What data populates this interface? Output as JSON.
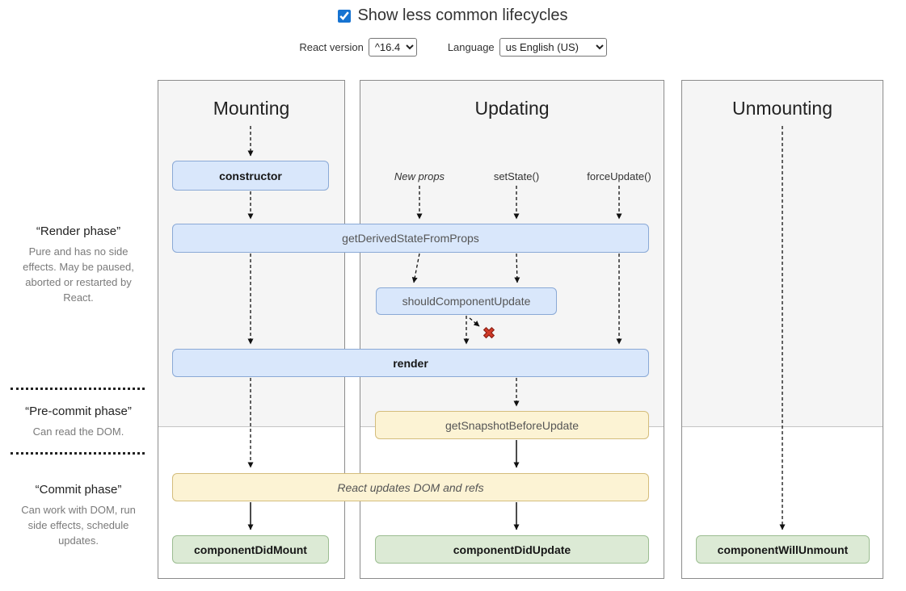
{
  "header": {
    "toggle_label": "Show less common lifecycles",
    "toggle_checked": true,
    "react_version_label": "React version",
    "react_version_value": "^16.4",
    "language_label": "Language",
    "language_value": "us English (US)"
  },
  "columns": [
    {
      "title": "Mounting"
    },
    {
      "title": "Updating"
    },
    {
      "title": "Unmounting"
    }
  ],
  "triggers": [
    "New props",
    "setState()",
    "forceUpdate()"
  ],
  "phases": [
    {
      "title": "“Render phase”",
      "description": "Pure and has no side effects. May be paused, aborted or restarted by React."
    },
    {
      "title": "“Pre-commit phase”",
      "description": "Can read the DOM."
    },
    {
      "title": "“Commit phase”",
      "description": "Can work with DOM, run side effects, schedule updates."
    }
  ],
  "nodes": {
    "constructor": "constructor",
    "get_derived_state_from_props": "getDerivedStateFromProps",
    "should_component_update": "shouldComponentUpdate",
    "render": "render",
    "get_snapshot_before_update": "getSnapshotBeforeUpdate",
    "react_updates_dom": "React updates DOM and refs",
    "component_did_mount": "componentDidMount",
    "component_did_update": "componentDidUpdate",
    "component_will_unmount": "componentWillUnmount"
  },
  "icons": {
    "skip_x": "✖"
  },
  "colors": {
    "box_blue_bg": "#d9e7fb",
    "box_blue_border": "#8aa9d6",
    "box_yellow_bg": "#fcf3d4",
    "box_yellow_border": "#d4bd7c",
    "box_green_bg": "#dcead5",
    "box_green_border": "#9cbd91",
    "panel_shade": "#f5f5f5",
    "checkbox_accent": "#1673d1",
    "skip_x_red": "#d03a28"
  }
}
